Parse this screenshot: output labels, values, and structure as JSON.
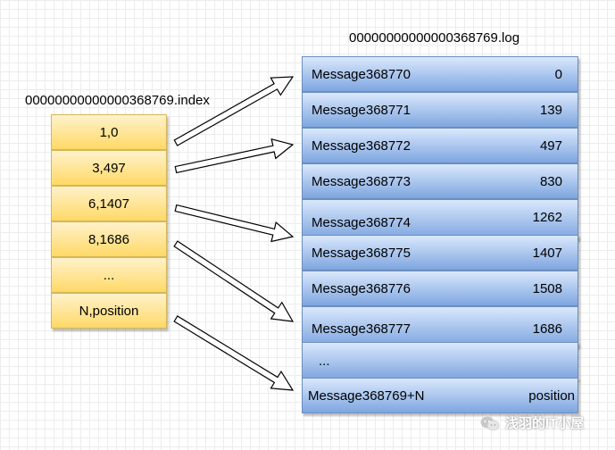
{
  "log_file_label": "00000000000000368769.log",
  "index_file_label": "00000000000000368769.index",
  "index_entries": [
    "1,0",
    "3,497",
    "6,1407",
    "8,1686",
    "...",
    "N,position"
  ],
  "log_entries": [
    {
      "message": "Message368770",
      "offset": "0"
    },
    {
      "message": "Message368771",
      "offset": "139"
    },
    {
      "message": "Message368772",
      "offset": "497"
    },
    {
      "message": "Message368773",
      "offset": "830"
    },
    {
      "message": "Message368774",
      "offset": "1262"
    },
    {
      "message": "Message368775",
      "offset": "1407"
    },
    {
      "message": "Message368776",
      "offset": "1508"
    },
    {
      "message": "Message368777",
      "offset": "1686"
    },
    {
      "message": "...",
      "offset": ""
    },
    {
      "message": "Message368769+N",
      "offset": "position"
    }
  ],
  "watermark": "浅羽的IT小屋"
}
